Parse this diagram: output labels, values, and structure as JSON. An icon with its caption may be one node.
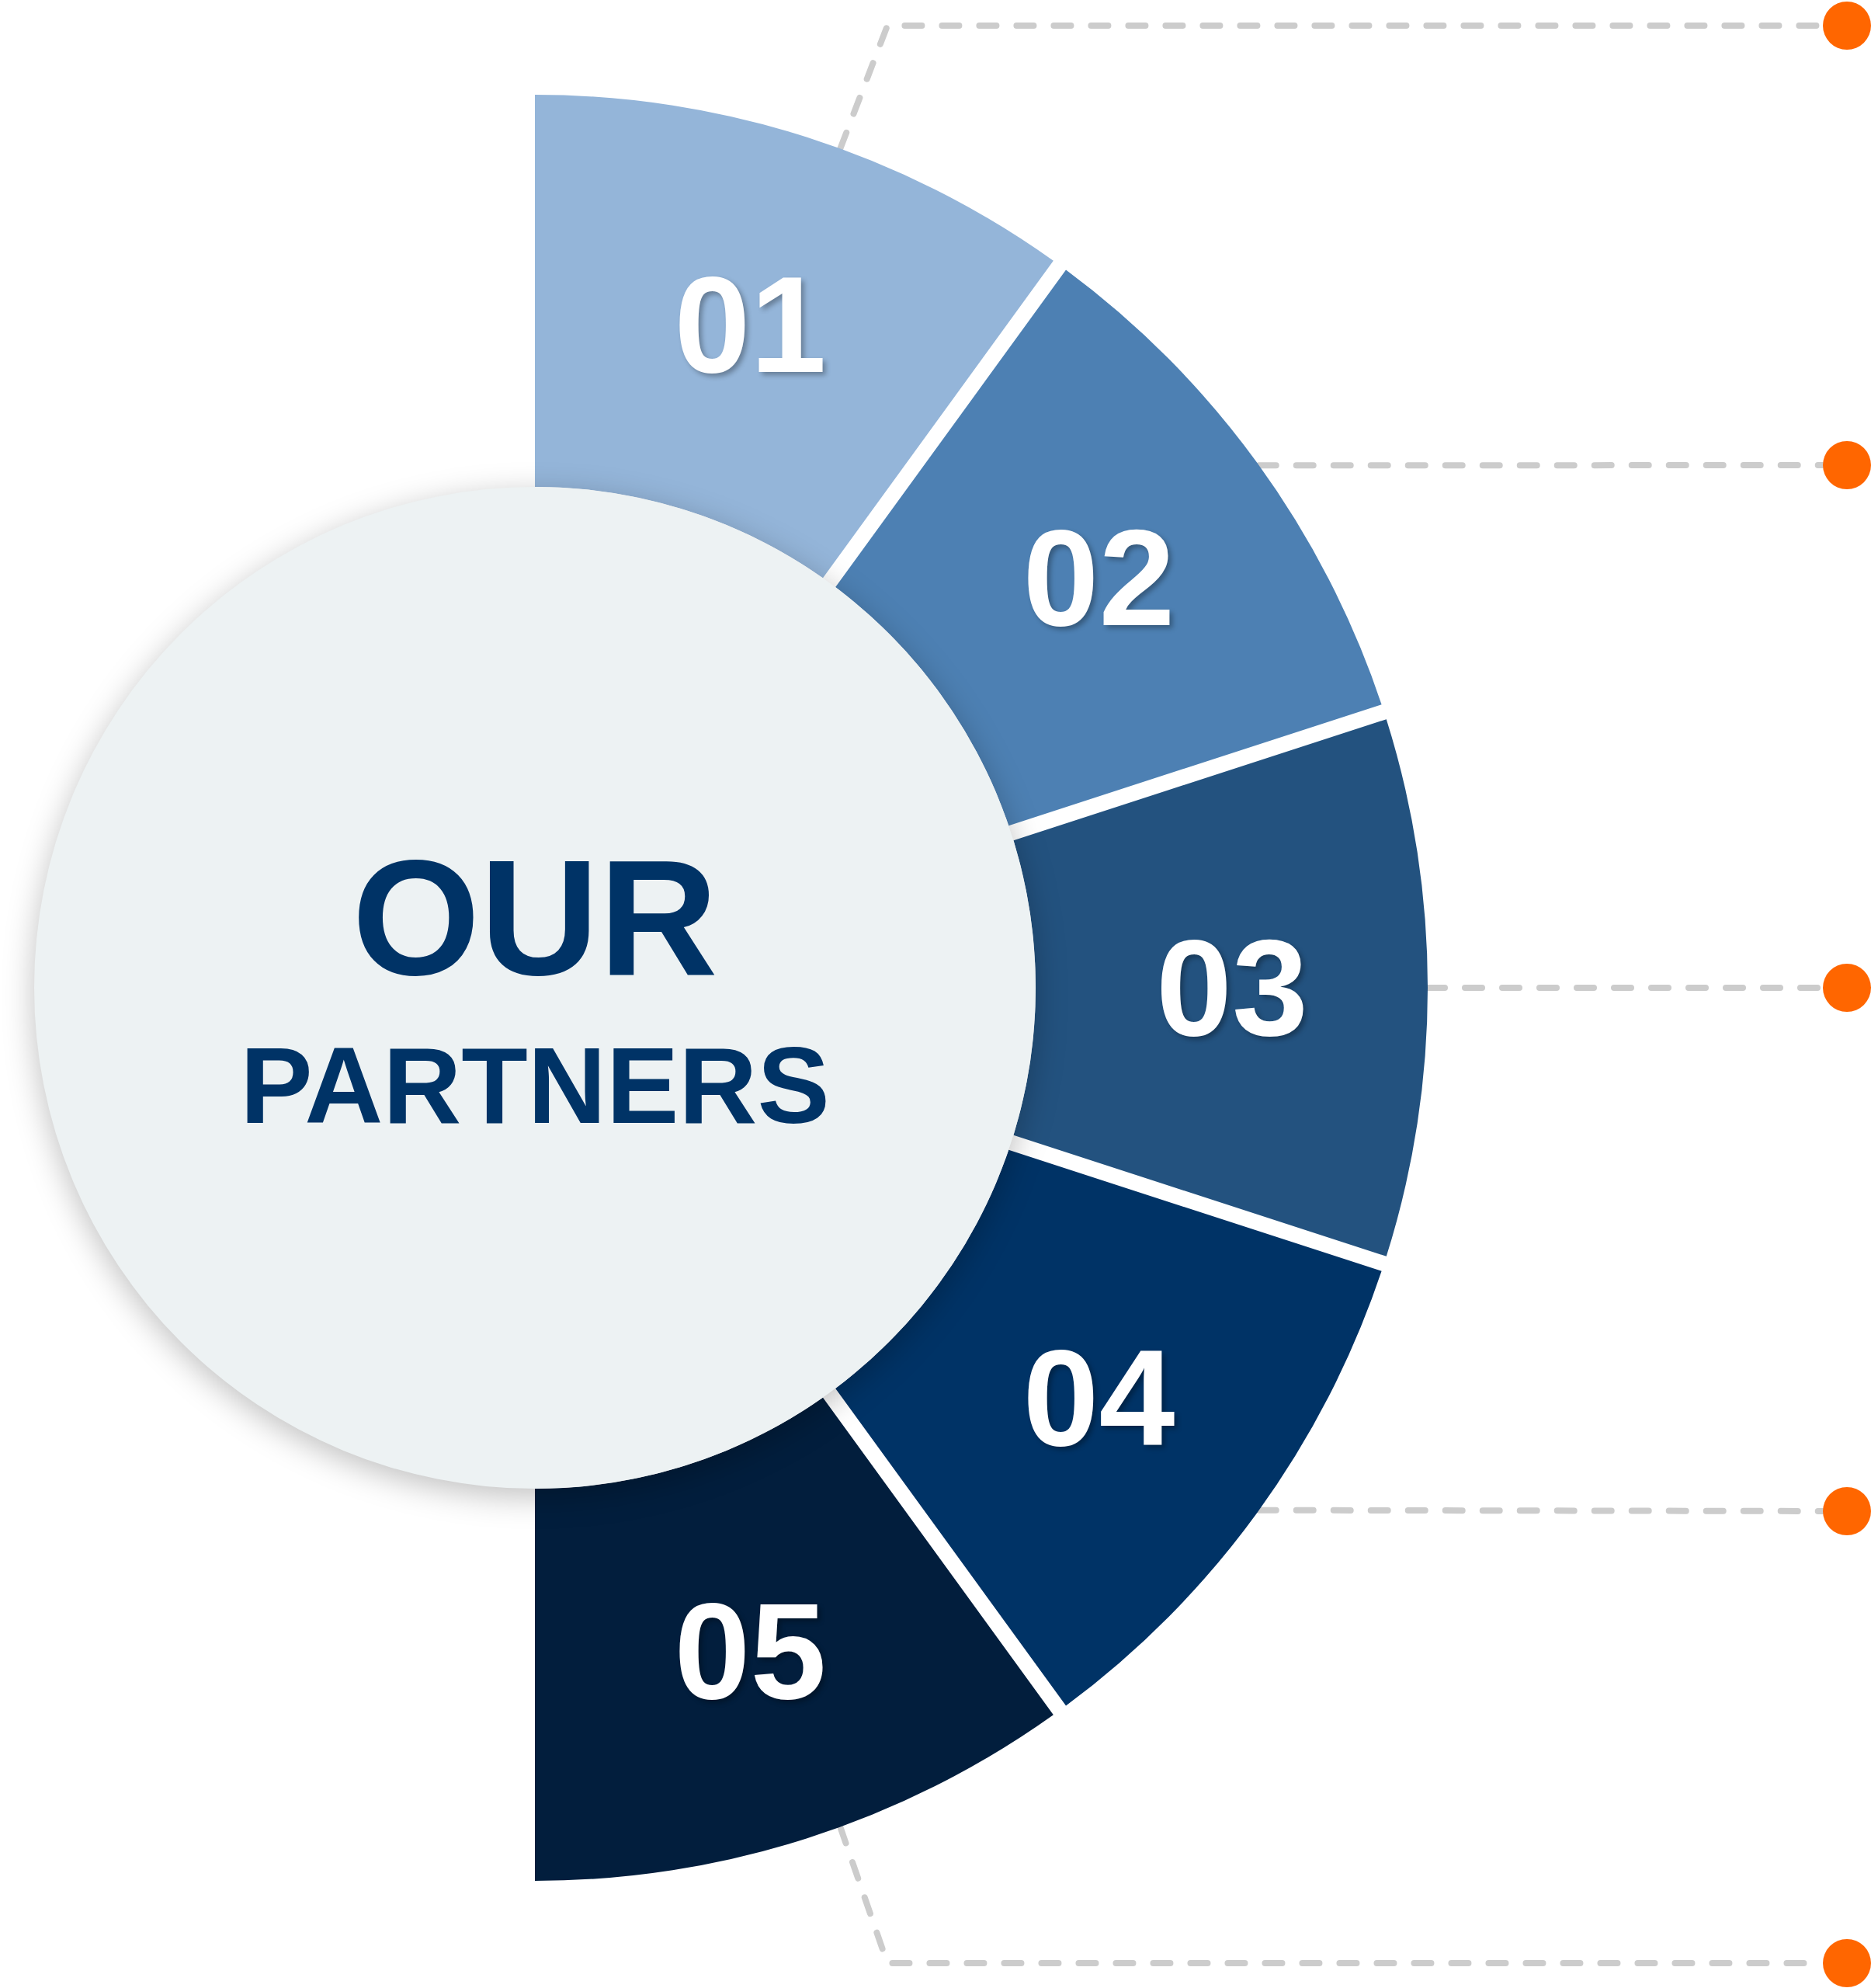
{
  "diagram": {
    "nodes": [
      {
        "text": [
          "OUR",
          "PARTNERS"
        ]
      },
      {
        "text": [
          "01"
        ]
      },
      {
        "text": [
          "02"
        ]
      },
      {
        "text": [
          "03"
        ]
      },
      {
        "text": [
          "04"
        ]
      },
      {
        "text": [
          "05"
        ]
      },
      {
        "text": [],
        "shape": "circle"
      },
      {
        "text": [],
        "shape": "circle"
      },
      {
        "text": [],
        "shape": "circle"
      },
      {
        "text": [],
        "shape": "circle"
      },
      {
        "text": [],
        "shape": "circle"
      }
    ],
    "edges": [
      {
        "from": 1,
        "to": 6,
        "arrow": "none",
        "style": "dashed"
      },
      {
        "from": 2,
        "to": 7,
        "arrow": "none",
        "style": "dashed"
      },
      {
        "from": 3,
        "to": 8,
        "arrow": "none",
        "style": "dashed"
      },
      {
        "from": 4,
        "to": 9,
        "arrow": "none",
        "style": "dashed"
      },
      {
        "from": 5,
        "to": 10,
        "arrow": "none",
        "style": "dashed"
      }
    ]
  }
}
